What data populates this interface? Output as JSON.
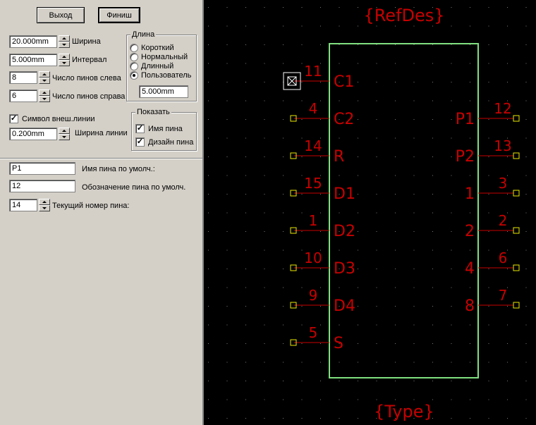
{
  "buttons": {
    "exit_label": "Выход",
    "finish_label": "Финиш"
  },
  "width": {
    "value": "20.000mm",
    "label": "Ширина"
  },
  "interval": {
    "value": "5.000mm",
    "label": "Интервал"
  },
  "pins_left": {
    "value": "8",
    "label": "Число пинов слева"
  },
  "pins_right": {
    "value": "6",
    "label": "Число пинов справа"
  },
  "length": {
    "title": "Длина",
    "options": [
      "Короткий",
      "Нормальный",
      "Длинный",
      "Пользователь"
    ],
    "selected": "Пользователь",
    "custom_value": "5.000mm"
  },
  "outline": {
    "checkbox_label": "Символ внеш.линии",
    "checked": true,
    "line_width_value": "0.200mm",
    "line_width_label": "Ширина линии"
  },
  "show": {
    "title": "Показать",
    "pin_name_label": "Имя пина",
    "pin_name_checked": true,
    "pin_design_label": "Дизайн пина",
    "pin_design_checked": true
  },
  "defaults": {
    "pin_name_value": "P1",
    "pin_name_label": "Имя пина по умолч.:",
    "pin_designator_value": "12",
    "pin_designator_label": "Обозначение пина по умолч.",
    "current_pin_value": "14",
    "current_pin_label": "Текущий номер пина:"
  },
  "symbol": {
    "refdes": "{RefDes}",
    "type": "{Type}",
    "colors": {
      "body": "#7fe07f",
      "text": "#c80000",
      "pin": "#e8e800",
      "grid": "#7a7a7a",
      "selected": "#ffffff"
    },
    "left_pins": [
      {
        "number": "11",
        "name": "C1",
        "selected": true
      },
      {
        "number": "4",
        "name": "C2"
      },
      {
        "number": "14",
        "name": "R"
      },
      {
        "number": "15",
        "name": "D1"
      },
      {
        "number": "1",
        "name": "D2"
      },
      {
        "number": "10",
        "name": "D3"
      },
      {
        "number": "9",
        "name": "D4"
      },
      {
        "number": "5",
        "name": "S"
      }
    ],
    "right_pins": [
      {
        "number": "12",
        "name": "P1"
      },
      {
        "number": "13",
        "name": "P2"
      },
      {
        "number": "3",
        "name": "1"
      },
      {
        "number": "2",
        "name": "2"
      },
      {
        "number": "6",
        "name": "4"
      },
      {
        "number": "7",
        "name": "8"
      }
    ]
  }
}
